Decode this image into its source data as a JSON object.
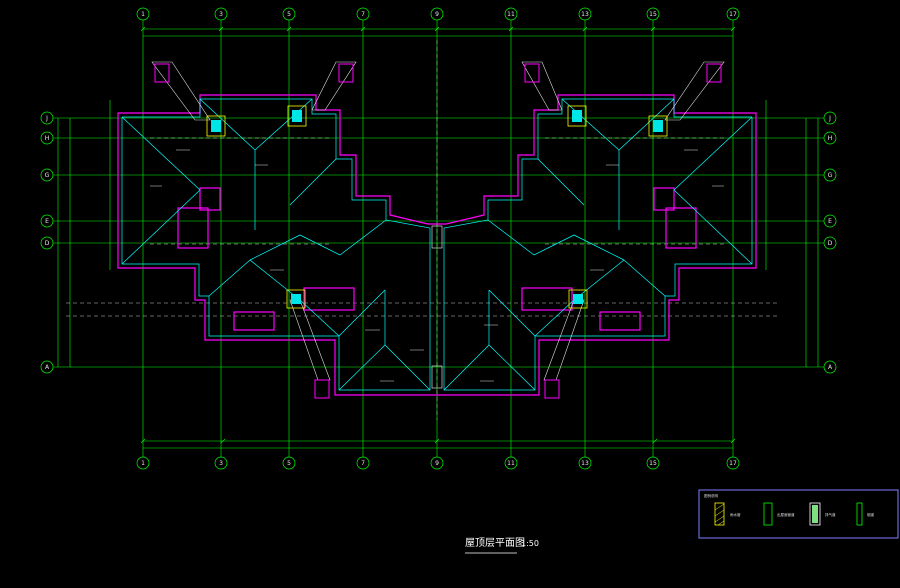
{
  "drawing": {
    "title": "屋顶层平面图",
    "scale": "1:50"
  },
  "colors": {
    "background": "#000000",
    "grid": "#00ff00",
    "wall": "#ff00ff",
    "roof": "#00ffff",
    "text": "#e8e8e8",
    "dashed": "#c8c8c8",
    "legend_border": "#8080ff"
  },
  "axes": {
    "top_labels": [
      "1",
      "3",
      "5",
      "7",
      "9",
      "11",
      "13",
      "15",
      "17"
    ],
    "bottom_labels": [
      "1",
      "3",
      "5",
      "7",
      "9",
      "11",
      "13",
      "15",
      "17"
    ],
    "left_labels": [
      "J",
      "H",
      "G",
      "E",
      "D",
      "A"
    ],
    "right_labels": [
      "J",
      "H",
      "G",
      "E",
      "D",
      "A"
    ]
  },
  "legend": {
    "title": "图例说明",
    "items": [
      {
        "symbol": "hatched",
        "label": "雨水管"
      },
      {
        "symbol": "outline",
        "label": "出屋面管道"
      },
      {
        "symbol": "filled",
        "label": "排气道"
      },
      {
        "symbol": "outline-narrow",
        "label": "烟道"
      }
    ]
  }
}
